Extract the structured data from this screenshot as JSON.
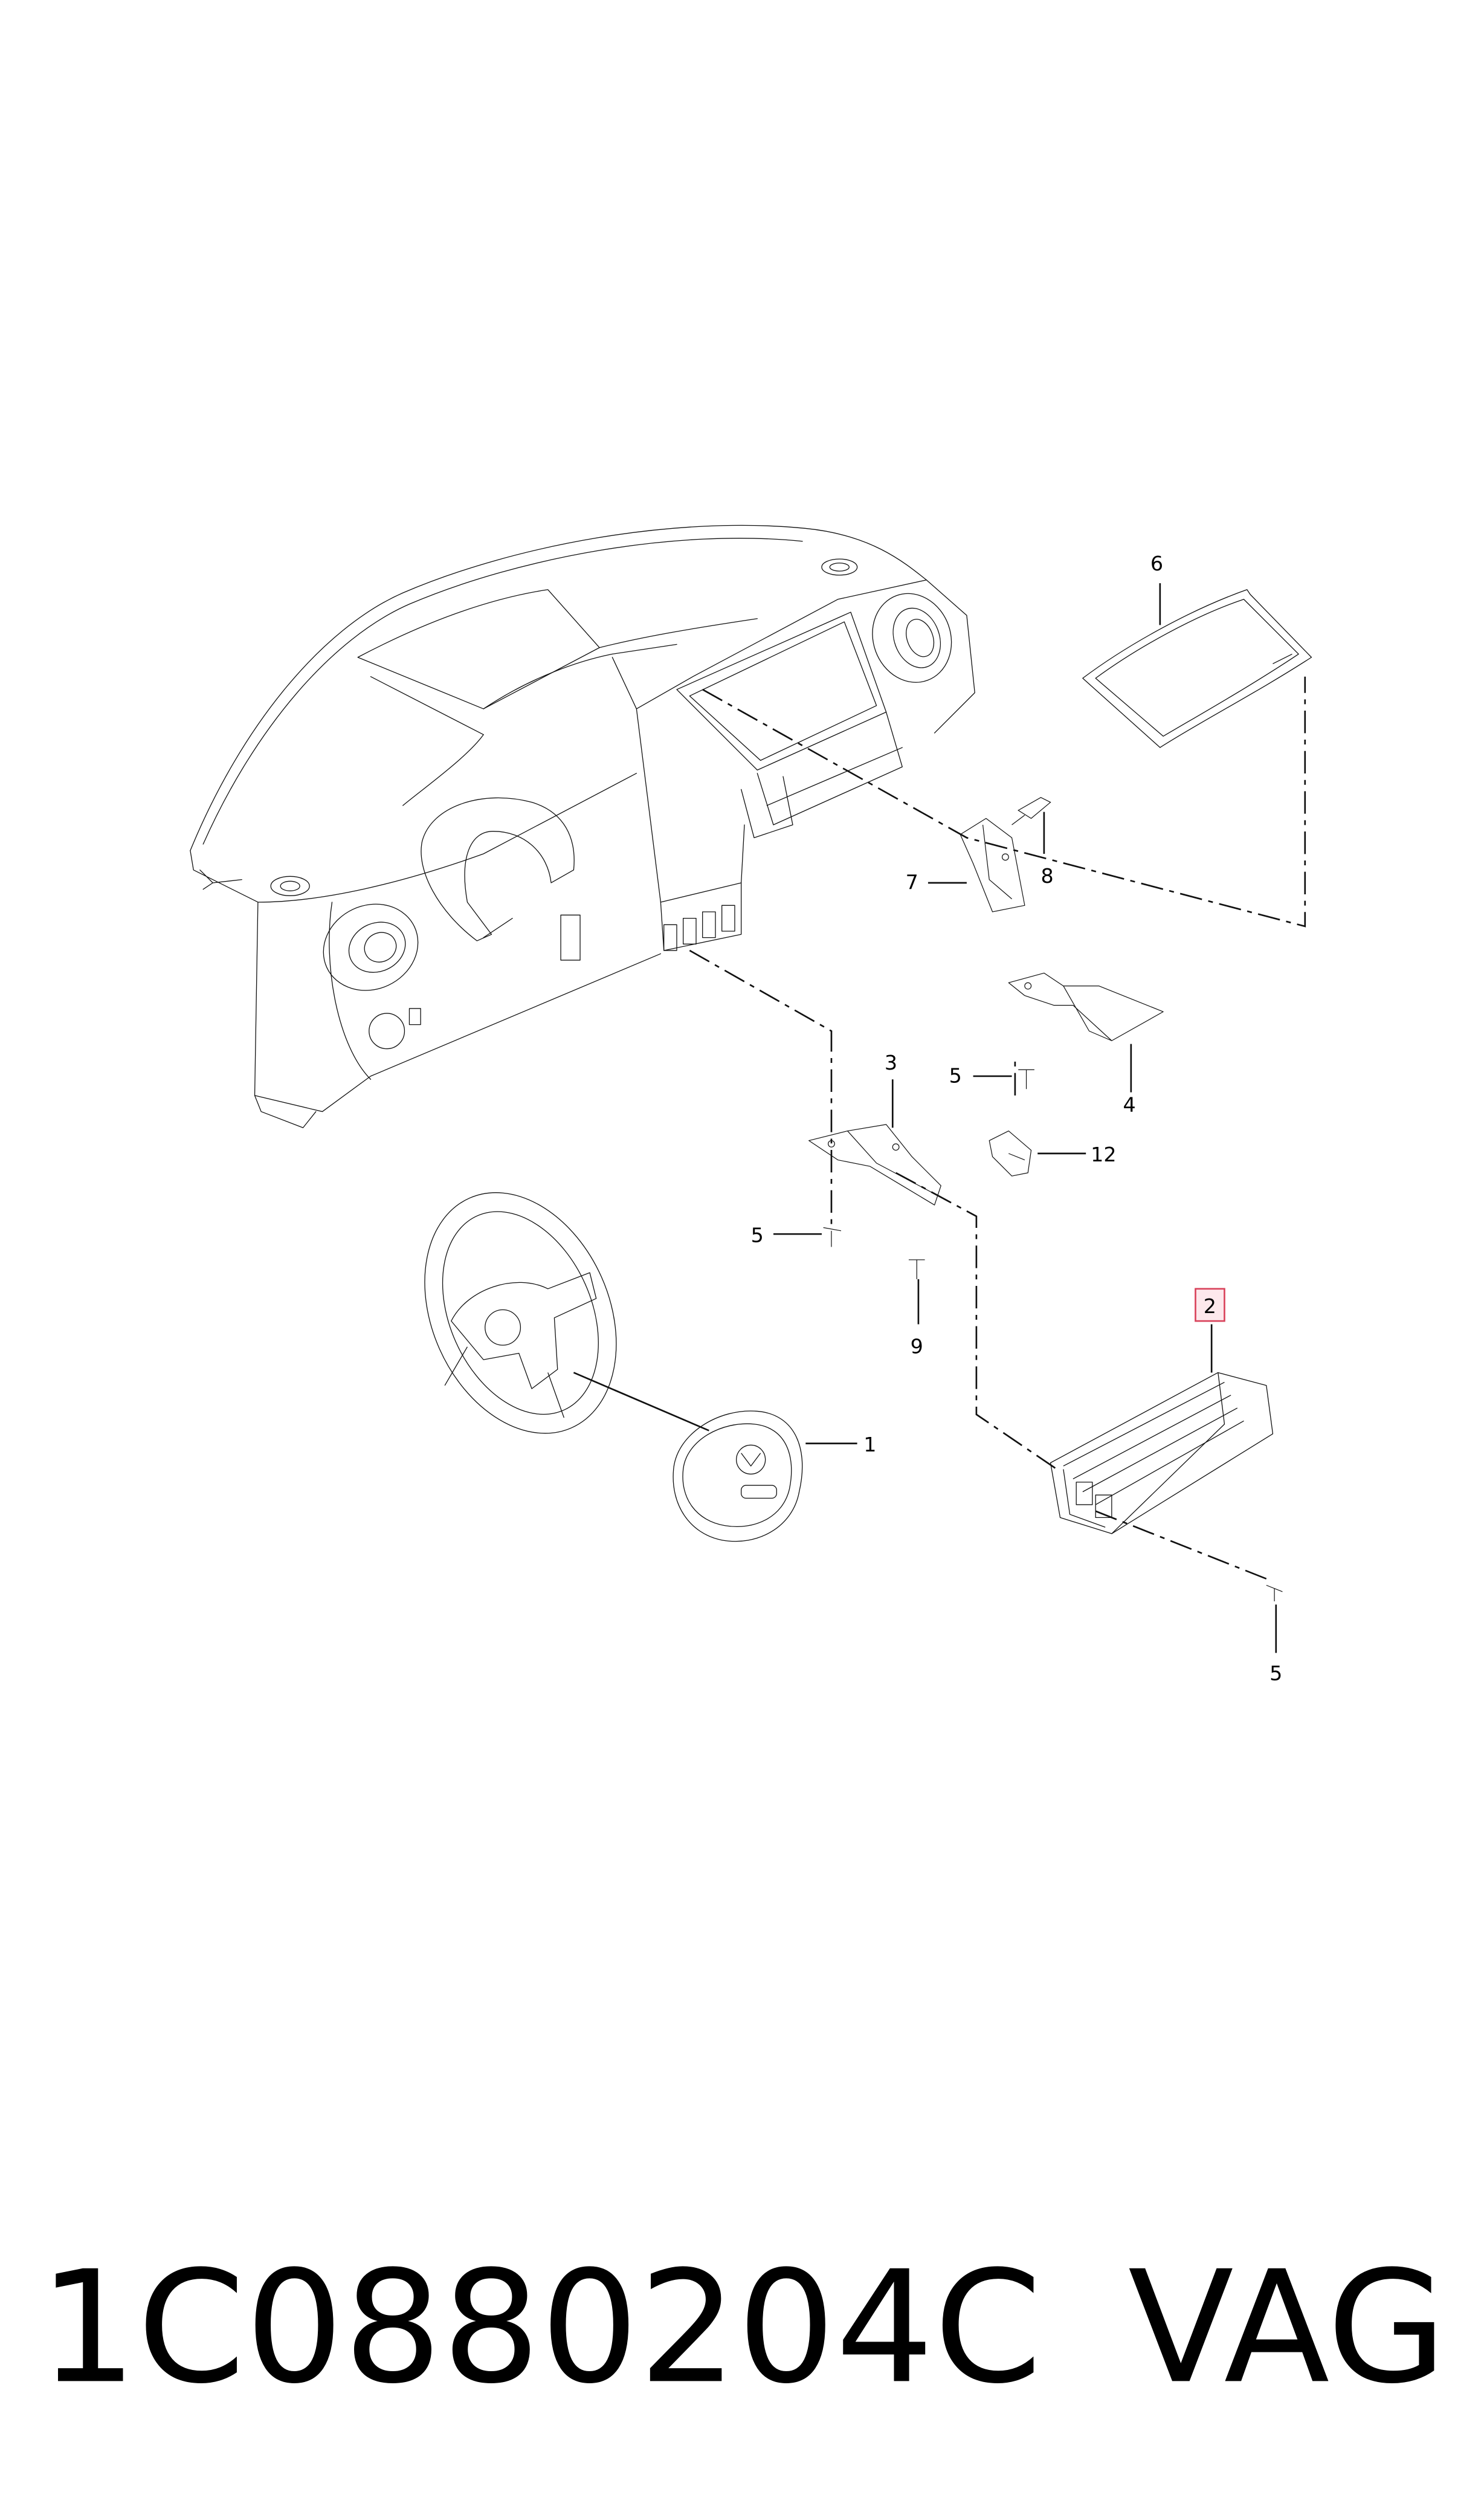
{
  "diagram": {
    "callouts": {
      "c1": "1",
      "c2": "2",
      "c3": "3",
      "c4": "4",
      "c5a": "5",
      "c5b": "5",
      "c5c": "5",
      "c6": "6",
      "c7": "7",
      "c8": "8",
      "c9": "9",
      "c12": "12"
    },
    "highlighted_callout_color": "#d9435b"
  },
  "footer": {
    "part_number": "1C0880204C",
    "brand": "VAG"
  }
}
